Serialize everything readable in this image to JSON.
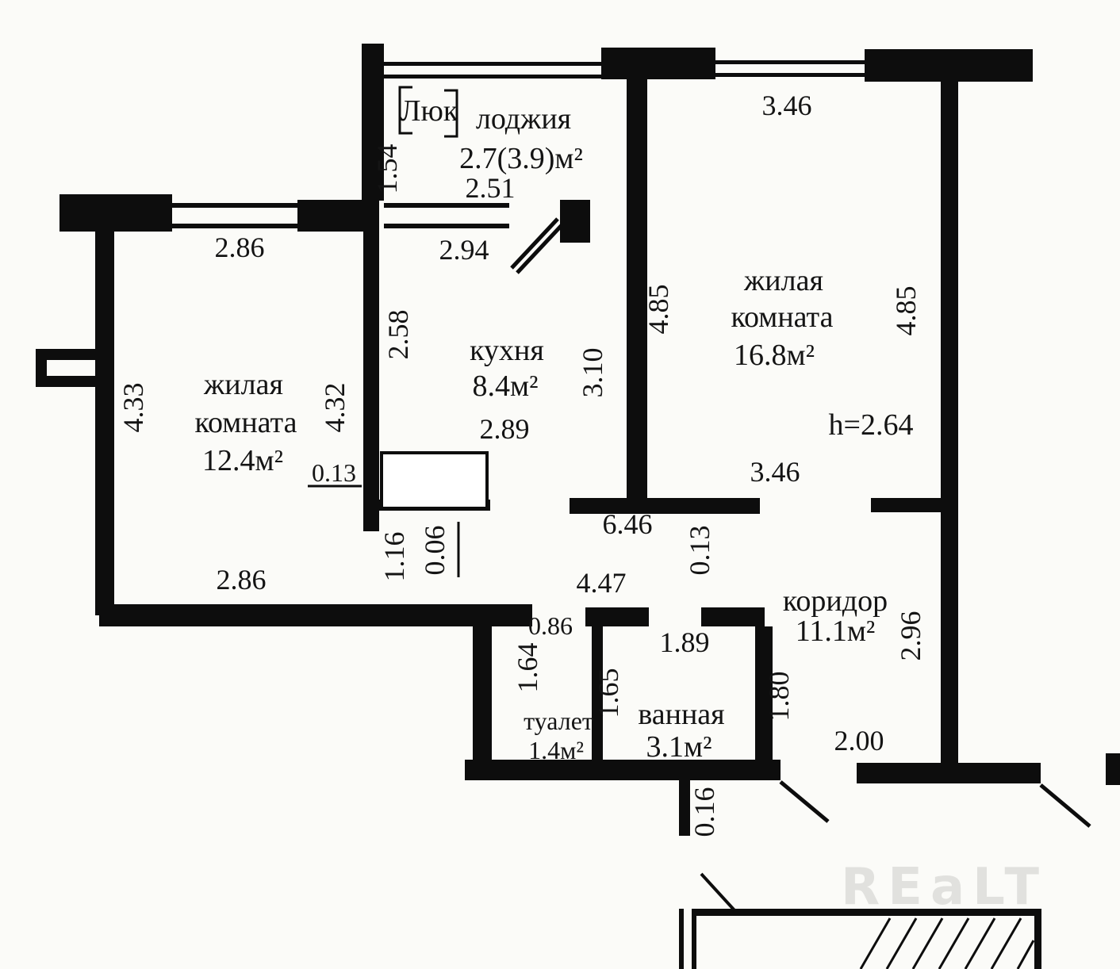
{
  "watermark": "REaLT",
  "hatch": "Люк",
  "ceiling_height": "h=2.64",
  "rooms": {
    "loggia": {
      "name": "лоджия",
      "area": "2.7(3.9)м²"
    },
    "living_right": {
      "line1": "жилая",
      "line2": "комната",
      "area": "16.8м²"
    },
    "living_left": {
      "line1": "жилая",
      "line2": "комната",
      "area": "12.4м²"
    },
    "kitchen": {
      "name": "кухня",
      "area": "8.4м²"
    },
    "corridor": {
      "name": "коридор",
      "area": "11.1м²"
    },
    "toilet": {
      "name": "туалет",
      "area": "1.4м²"
    },
    "bathroom": {
      "name": "ванная",
      "area": "3.1м²"
    }
  },
  "dims": {
    "loggia_width": "2.51",
    "loggia_depth": "1.54",
    "top_window": "3.46",
    "left_window": "2.86",
    "kitchen_top": "2.94",
    "kitchen_left": "2.58",
    "kitchen_right": "3.10",
    "room_right_left_side": "4.85",
    "room_right_right_side": "4.85",
    "room_left_left_side": "4.33",
    "room_left_right_side": "4.32",
    "kitchen_width": "2.89",
    "shaft_depth": "0.13",
    "room_right_bottom": "3.46",
    "shaft_left": "1.16",
    "shaft_gap": "0.06",
    "corridor_top": "6.46",
    "wall_gap": "0.13",
    "room_left_bottom": "2.86",
    "corridor_width": "4.47",
    "toilet_door": "0.86",
    "toilet_depth": "1.64",
    "bathroom_width": "1.89",
    "bathroom_left": "1.65",
    "bathroom_right": "1.80",
    "corridor_right": "2.96",
    "corridor_bottom": "2.00",
    "wall_stub": "0.16"
  }
}
